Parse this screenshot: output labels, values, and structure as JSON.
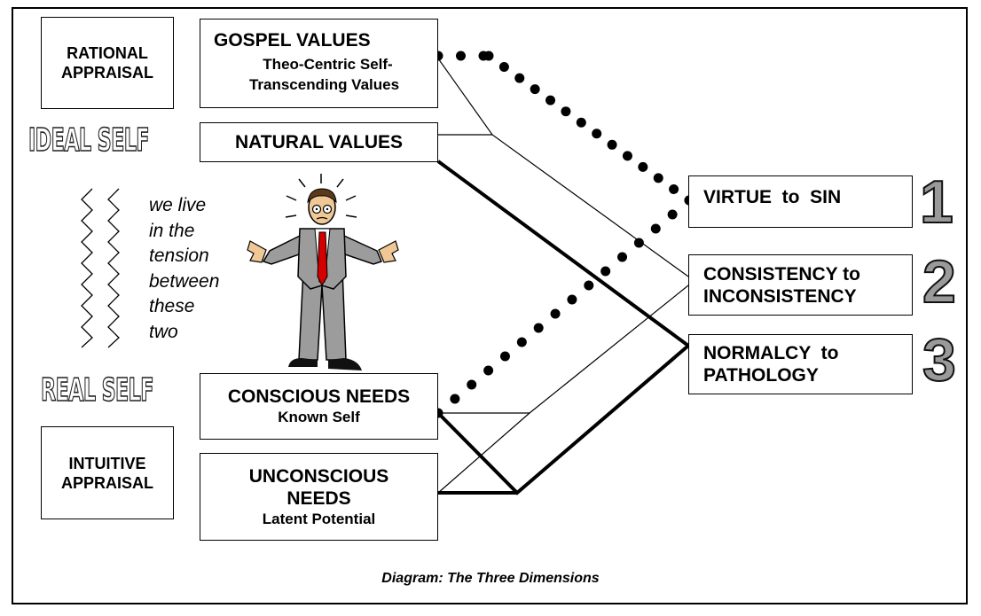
{
  "boxes": {
    "rational": [
      "RATIONAL",
      "APPRAISAL"
    ],
    "intuitive": [
      "INTUITIVE",
      "APPRAISAL"
    ],
    "gospel": {
      "title": "GOSPEL VALUES",
      "sub1": "Theo-Centric Self-",
      "sub2": "Transcending Values"
    },
    "natural": "NATURAL VALUES",
    "conscious": {
      "title": "CONSCIOUS NEEDS",
      "sub": "Known Self"
    },
    "unconscious": {
      "title1": "UNCONSCIOUS",
      "title2": "NEEDS",
      "sub": "Latent Potential"
    }
  },
  "self_labels": {
    "ideal": "IDEAL SELF",
    "real": "REAL SELF"
  },
  "tension_text": [
    "we live",
    "in the",
    "tension",
    "between",
    "these",
    "two"
  ],
  "dimensions": [
    {
      "number": "1",
      "line1": "VIRTUE  to  SIN",
      "line2": ""
    },
    {
      "number": "2",
      "line1": "CONSISTENCY to",
      "line2": "INCONSISTENCY"
    },
    {
      "number": "3",
      "line1": "NORMALCY  to",
      "line2": "PATHOLOGY"
    }
  ],
  "caption": "Diagram: The Three Dimensions",
  "colors": {
    "tie": "#d40000",
    "suit": "#9c9c9c",
    "number_fill": "#9a9a9a"
  }
}
